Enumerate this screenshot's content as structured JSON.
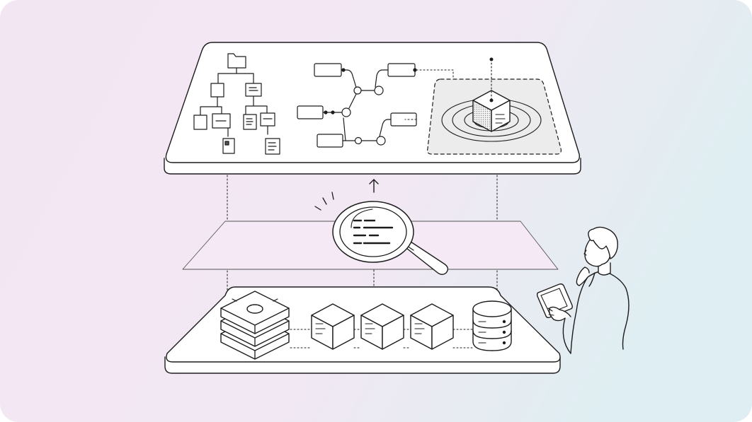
{
  "colors": {
    "background_start": "#f3e6f3",
    "background_end": "#dfeef2",
    "ink": "#1c1c1c",
    "panel_fill": "#ffffff",
    "focus_region_fill": "#ececec",
    "glass_fill": "#f4e9f4"
  },
  "layers": [
    {
      "name": "top-layer",
      "contents": [
        "folder-hierarchy",
        "node-flow-graph",
        "selected-cube-focus"
      ]
    },
    {
      "name": "middle-layer",
      "contents": [
        "magnifier-search"
      ]
    },
    {
      "name": "bottom-layer",
      "contents": [
        "stacked-layers",
        "cube",
        "cube",
        "cube",
        "database"
      ]
    }
  ],
  "figure": {
    "holding": "tablet",
    "pose": "thinking"
  }
}
